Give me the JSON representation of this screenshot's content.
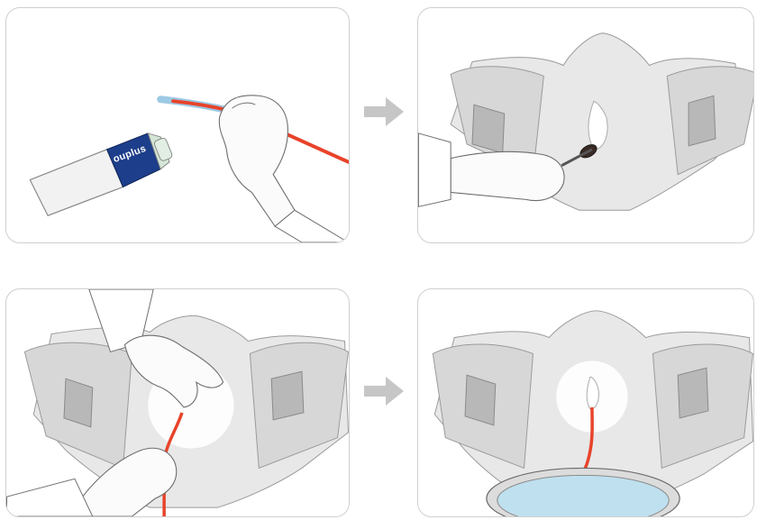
{
  "steps": [
    {
      "id": "step-1"
    },
    {
      "id": "step-2"
    },
    {
      "id": "step-3"
    },
    {
      "id": "step-4"
    }
  ],
  "tube": {
    "brand_text": "ouplus"
  },
  "colors": {
    "catheter": "#e8432a",
    "lubricant_tip": "#9cc9e4",
    "tube_label": "#1d3e8a",
    "body_fill": "#e8e8e8",
    "leg_fill": "#d7d7d7",
    "highlight": "#ffffff",
    "panel_border": "#cfcfcf",
    "arrow": "#c6c6c6",
    "basin_water": "#bfe0ee"
  },
  "icons": {
    "arrow_icon": "right-arrow-icon",
    "glove_hand": "gloved-hand-icon",
    "lubricant_tube": "lubricant-tube-icon"
  }
}
